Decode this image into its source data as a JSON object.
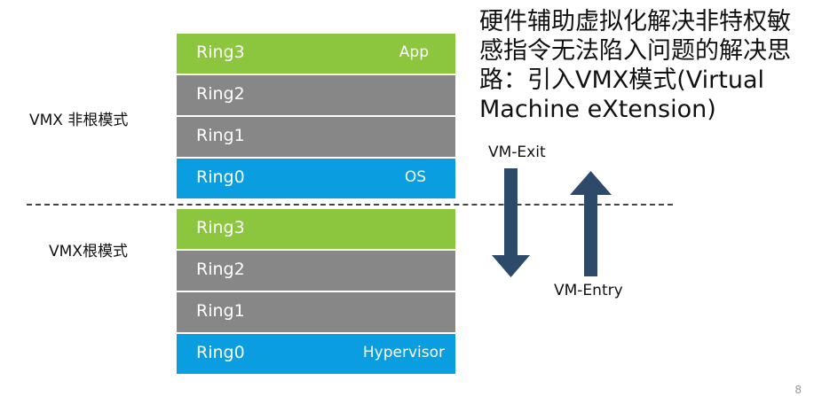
{
  "heading": "硬件辅助虚拟化解决非特权敏感指令无法陷入问题的解决思路：引入VMX模式(Virtual Machine eXtension)",
  "modes": {
    "non_root": "VMX 非根模式",
    "root": "VMX根模式"
  },
  "non_root_rings": [
    {
      "name": "Ring3",
      "tag": "App"
    },
    {
      "name": "Ring2",
      "tag": ""
    },
    {
      "name": "Ring1",
      "tag": ""
    },
    {
      "name": "Ring0",
      "tag": "OS"
    }
  ],
  "root_rings": [
    {
      "name": "Ring3",
      "tag": ""
    },
    {
      "name": "Ring2",
      "tag": ""
    },
    {
      "name": "Ring1",
      "tag": ""
    },
    {
      "name": "Ring0",
      "tag": "Hypervisor"
    }
  ],
  "transitions": {
    "exit": "VM-Exit",
    "entry": "VM-Entry"
  },
  "page_number": "8",
  "colors": {
    "ring3": "#8cc63e",
    "ring_mid": "#878787",
    "ring0": "#0a9ee0",
    "arrow": "#2e4a6b"
  }
}
